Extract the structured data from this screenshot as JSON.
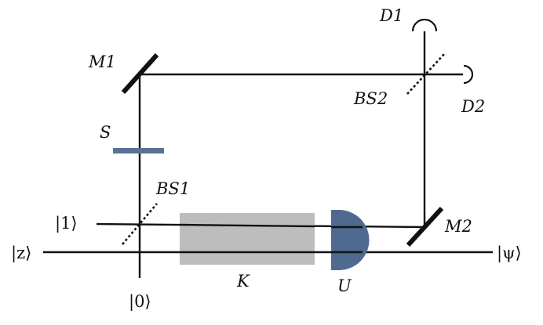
{
  "labels": {
    "mirror1": "M1",
    "mirror2": "M2",
    "beamsplitter1": "BS1",
    "beamsplitter2": "BS2",
    "detector1": "D1",
    "detector2": "D2",
    "sample": "S",
    "kerr_medium": "K",
    "unitary": "U",
    "input_z": "|z⟩",
    "output_psi": "|ψ⟩",
    "port_one": "|1⟩",
    "port_zero": "|0⟩"
  },
  "colors": {
    "beam": "#111111",
    "sample_plate": "#5b7296",
    "kerr_medium": "#bdbdbd",
    "unitary": "#4f6a90"
  }
}
